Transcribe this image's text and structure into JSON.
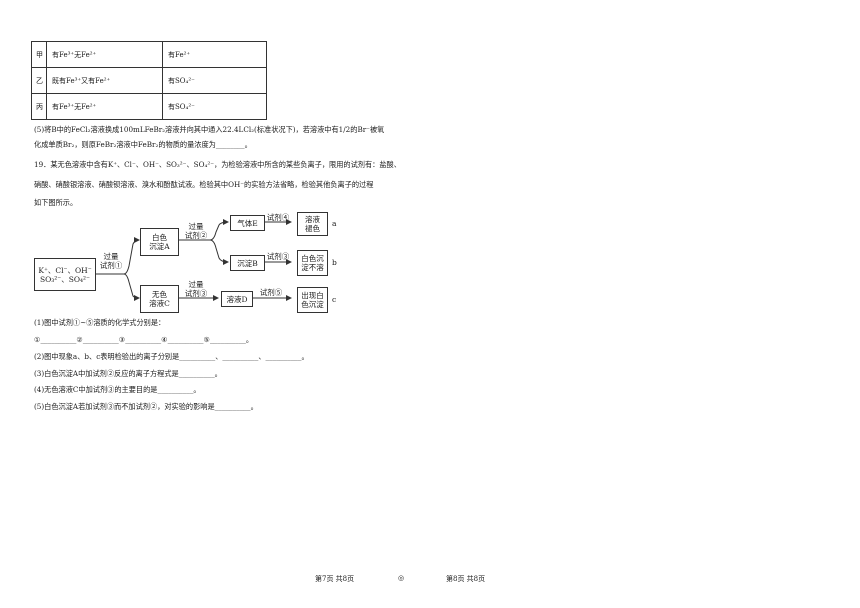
{
  "table": {
    "rows": [
      {
        "label": "甲",
        "col1": "有Fe³⁺无Fe²⁺",
        "col2": "有Fe²⁺"
      },
      {
        "label": "乙",
        "col1": "既有Fe³⁺又有Fe²⁺",
        "col2": "有SO₄²⁻"
      },
      {
        "label": "丙",
        "col1": "有Fe³⁺无Fe²⁺",
        "col2": "有SO₄²⁻"
      }
    ]
  },
  "q5": {
    "line1": "(5)将B中的FeCl₂溶液换成100mLFeBr₂溶液并向其中通入22.4LCl₂(标准状况下)，若溶液中有1/2的Br⁻被氧",
    "line2": "化成单质Br₂，则原FeBr₂溶液中FeBr₂的物质的量浓度为________。"
  },
  "q19": {
    "line1": "19．某无色溶液中含有K⁺、Cl⁻、OH⁻、SO₃²⁻、SO₄²⁻，为检验溶液中所含的某些负离子，限用的试剂有：盐酸、",
    "line2": "硝酸、硝酸银溶液、硝酸钡溶液、溴水和酚酞试液。检验其中OH⁻的实验方法省略，检验其他负离子的过程",
    "line3": "如下图所示。"
  },
  "diagram": {
    "start_line1": "K⁺、Cl⁻、OH⁻",
    "start_line2": "SO₃²⁻、SO₄²⁻",
    "reagent1_line1": "过量",
    "reagent1_line2": "试剂①",
    "white_ppt_A_line1": "白色",
    "white_ppt_A_line2": "沉淀A",
    "reagent2_line1": "过量",
    "reagent2_line2": "试剂②",
    "gas_E": "气体E",
    "reagent4": "试剂④",
    "result_a_line1": "溶液",
    "result_a_line2": "褪色",
    "mark_a": "a",
    "ppt_B": "沉淀B",
    "reagent3_top": "试剂③",
    "result_b_line1": "白色沉",
    "result_b_line2": "淀不溶",
    "mark_b": "b",
    "colorless_C_line1": "无色",
    "colorless_C_line2": "溶液C",
    "reagent3_line1": "过量",
    "reagent3_line2": "试剂③",
    "solution_D": "溶液D",
    "reagent5": "试剂⑤",
    "result_c_line1": "出现白",
    "result_c_line2": "色沉淀",
    "mark_c": "c"
  },
  "questions": [
    "(1)图中试剂①~⑤溶质的化学式分别是：",
    "①__________②__________③__________④__________⑤__________。",
    "(2)图中现象a、b、c表明检验出的离子分别是__________、__________、__________。",
    "(3)白色沉淀A中加试剂②反应的离子方程式是__________。",
    "(4)无色溶液C中加试剂③的主要目的是__________。",
    "(5)白色沉淀A若加试剂③而不加试剂②，对实验的影响是__________。"
  ],
  "footer": {
    "left": "第7页 共8页",
    "center": "◎",
    "right": "第8页 共8页"
  }
}
